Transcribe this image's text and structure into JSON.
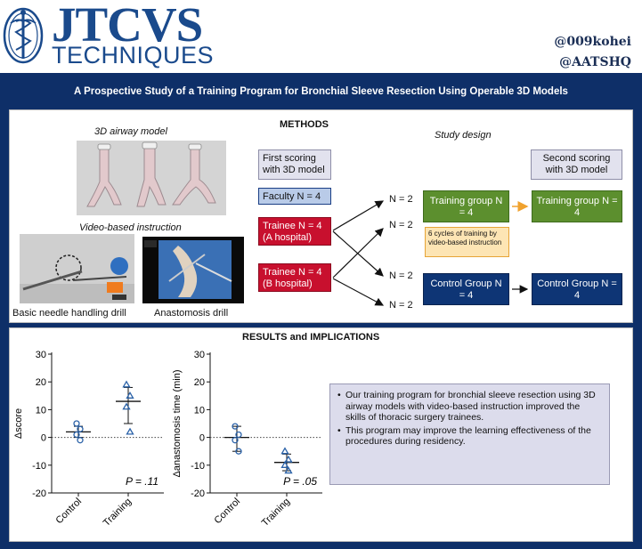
{
  "header": {
    "journal_top": "JTCVS",
    "journal_bottom": "TECHNIQUES",
    "handle_author": "@009kohei",
    "handle_org": "@AATSHQ"
  },
  "title": "A Prospective Study of a Training Program for Bronchial Sleeve Resection Using Operable 3D Models",
  "methods": {
    "heading": "METHODS",
    "airway_label": "3D airway model",
    "video_label": "Video-based instruction",
    "drill_1": "Basic needle handling drill",
    "drill_2": "Anastomosis drill",
    "study_design_label": "Study design",
    "first_scoring": "First scoring with 3D model",
    "faculty": "Faculty N = 4",
    "trainee_a": "Trainee N = 4 (A hospital)",
    "trainee_b": "Trainee N = 4 (B hospital)",
    "n_labels": [
      "N = 2",
      "N = 2",
      "N = 2",
      "N = 2"
    ],
    "training_group": "Training group N = 4",
    "training_note": "6 cycles of training by video-based instruction",
    "control_group": "Control Group N = 4",
    "second_scoring": "Second scoring with 3D model",
    "training_group_2": "Training group N = 4",
    "control_group_2": "Control Group N = 4"
  },
  "results": {
    "heading": "RESULTS and IMPLICATIONS",
    "summary_points": [
      "Our training program for bronchial sleeve resection using 3D airway models with video-based instruction improved the skills of thoracic surgery trainees.",
      "This program may improve the learning effectiveness of the procedures during residency."
    ]
  },
  "chart_data": [
    {
      "type": "scatter",
      "ylabel": "Δscore",
      "categories": [
        "Control",
        "Training"
      ],
      "ylim": [
        -20,
        30
      ],
      "yticks": [
        30,
        20,
        10,
        0,
        -10,
        -20
      ],
      "series": [
        {
          "marker": "circle",
          "values": [
            5,
            3,
            1,
            -1
          ],
          "mean": 2,
          "error_low": 0,
          "error_high": 4
        },
        {
          "marker": "triangle",
          "values": [
            19,
            15,
            11,
            2
          ],
          "mean": 13,
          "error_low": 5,
          "error_high": 18
        }
      ],
      "p_value": "P = .11",
      "zero_line": "dotted",
      "color": "#2b62a8"
    },
    {
      "type": "scatter",
      "ylabel": "Δanastomosis time (min)",
      "categories": [
        "Control",
        "Training"
      ],
      "ylim": [
        -20,
        30
      ],
      "yticks": [
        30,
        20,
        10,
        0,
        -10,
        -20
      ],
      "series": [
        {
          "marker": "circle",
          "values": [
            4,
            1,
            -1,
            -5
          ],
          "mean": 0,
          "error_low": -5,
          "error_high": 4
        },
        {
          "marker": "triangle",
          "values": [
            -5,
            -8,
            -10,
            -12
          ],
          "mean": -9,
          "error_low": -12,
          "error_high": -6
        }
      ],
      "p_value": "P = .05",
      "zero_line": "dotted",
      "color": "#2b62a8"
    }
  ]
}
